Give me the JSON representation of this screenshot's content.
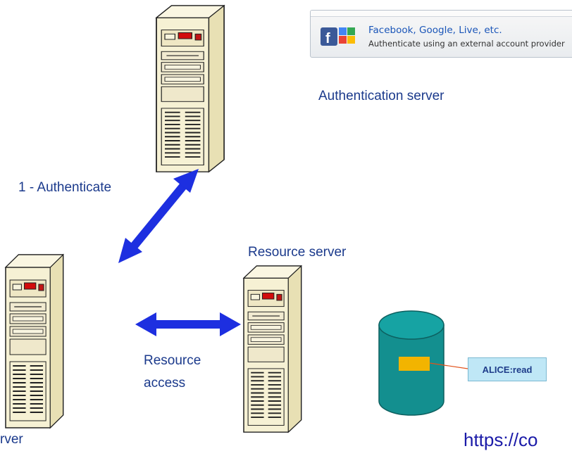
{
  "provider": {
    "title": "Facebook, Google, Live, etc.",
    "subtitle": "Authenticate using an external account provider"
  },
  "labels": {
    "auth_server": "Authentication server",
    "authenticate": "1 - Authenticate",
    "resource_server": "Resource server",
    "resource_access_line1": "Resource",
    "resource_access_line2": "access",
    "client_partial": "rver",
    "url_partial": "https://co"
  },
  "acl_tag": "ALICE:read",
  "colors": {
    "arrow": "#1d2fe0",
    "tower_body": "#f6f1d4",
    "tower_outline": "#222222",
    "database": "#138f8f",
    "record": "#f2b400",
    "acl_fill": "#bfe7f6",
    "label_text": "#1b3a8c"
  },
  "icons": [
    "facebook-google-icon",
    "server-icon",
    "database-icon",
    "double-arrow-icon"
  ]
}
